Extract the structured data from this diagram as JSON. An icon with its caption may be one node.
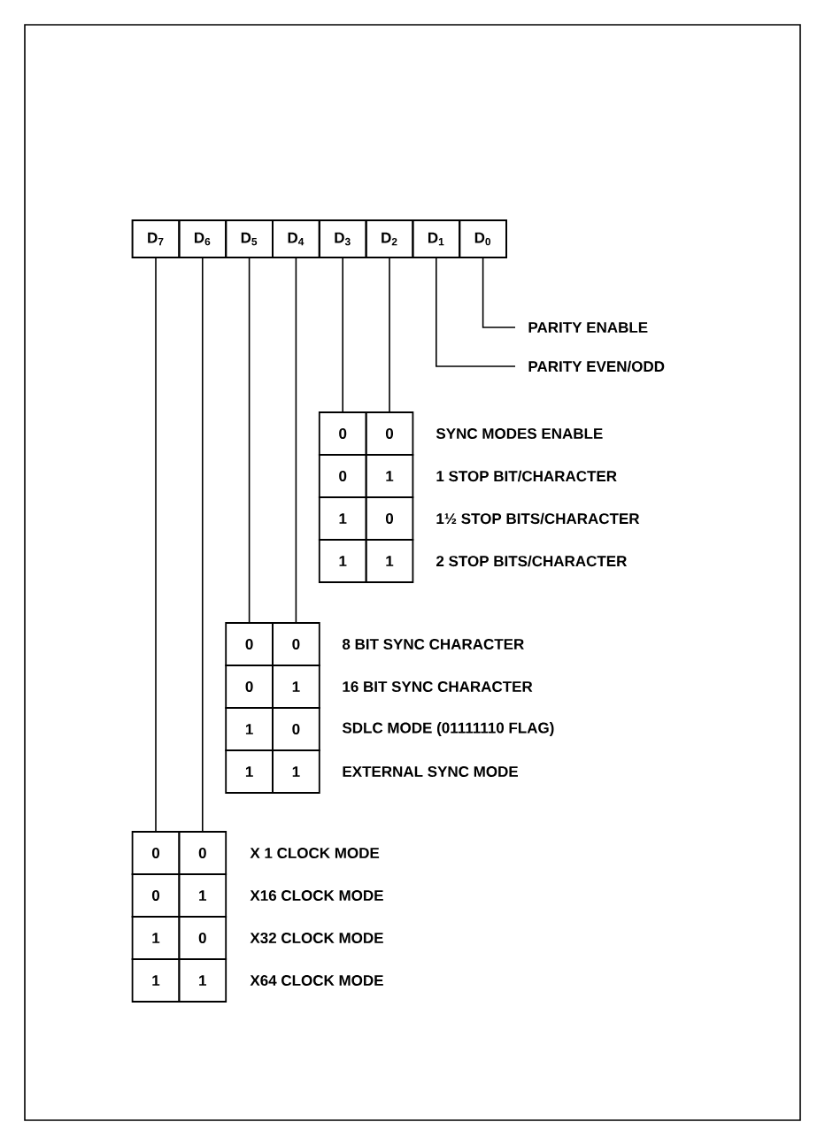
{
  "diagram": {
    "nodes": [
      {
        "text": [
          "D$_{7}$"
        ]
      },
      {
        "text": [
          "D$_{6}$"
        ]
      },
      {
        "text": [
          "D$_{5}$"
        ]
      },
      {
        "text": [
          "D$_{4}$"
        ]
      },
      {
        "text": [
          "D$_{3}$"
        ]
      },
      {
        "text": [
          "D$_{2}$"
        ]
      },
      {
        "text": [
          "D$_{1}$"
        ]
      },
      {
        "text": [
          "D$_{0}$"
        ]
      },
      {
        "text": [
          "PARITY ENABLE"
        ]
      },
      {
        "text": [
          "PARITY EVEN/ODD"
        ]
      },
      {
        "text": [
          "0"
        ]
      },
      {
        "text": [
          "0"
        ],
        "beside": [
          "SYNC MODES ENABLE"
        ]
      },
      {
        "text": [
          "0"
        ]
      },
      {
        "text": [
          "1"
        ],
        "beside": [
          "1 STOP BIT/CHARACTER"
        ]
      },
      {
        "text": [
          "1"
        ]
      },
      {
        "text": [
          "0"
        ],
        "beside": [
          "1½ STOP BITS/CHARACTER"
        ]
      },
      {
        "text": [
          "1"
        ]
      },
      {
        "text": [
          "1"
        ],
        "beside": [
          "2 STOP BITS/CHARACTER"
        ]
      },
      {
        "text": [
          "0"
        ]
      },
      {
        "text": [
          "0"
        ],
        "beside": [
          "8 BIT SYNC CHARACTER"
        ]
      },
      {
        "text": [
          "0"
        ]
      },
      {
        "text": [
          "1"
        ],
        "beside": [
          "16 BIT SYNC CHARACTER"
        ]
      },
      {
        "text": [
          "1"
        ]
      },
      {
        "text": [
          "0"
        ],
        "beside": [
          "SDLC MODE (01111110 FLAG)"
        ]
      },
      {
        "text": [
          "1"
        ]
      },
      {
        "text": [
          "1"
        ],
        "beside": [
          "EXTERNAL SYNC MODE"
        ]
      },
      {
        "text": [
          "0"
        ]
      },
      {
        "text": [
          "0"
        ],
        "beside": [
          "X 1 CLOCK MODE"
        ]
      },
      {
        "text": [
          "0"
        ]
      },
      {
        "text": [
          "1"
        ],
        "beside": [
          "X16 CLOCK MODE"
        ]
      },
      {
        "text": [
          "1"
        ]
      },
      {
        "text": [
          "0"
        ],
        "beside": [
          "X32 CLOCK MODE"
        ]
      },
      {
        "text": [
          "1"
        ]
      },
      {
        "text": [
          "1"
        ],
        "beside": [
          "X64 CLOCK MODE"
        ]
      }
    ],
    "edges": [
      {
        "from": 7,
        "to": 8,
        "arrow": "none"
      },
      {
        "from": 6,
        "to": 9,
        "arrow": "none"
      },
      {
        "from": 4,
        "to": 10,
        "arrow": "none"
      },
      {
        "from": 5,
        "to": 11,
        "arrow": "none"
      },
      {
        "from": 2,
        "to": 18,
        "arrow": "none"
      },
      {
        "from": 3,
        "to": 19,
        "arrow": "none"
      },
      {
        "from": 0,
        "to": 26,
        "arrow": "none"
      },
      {
        "from": 1,
        "to": 27,
        "arrow": "none"
      }
    ]
  }
}
